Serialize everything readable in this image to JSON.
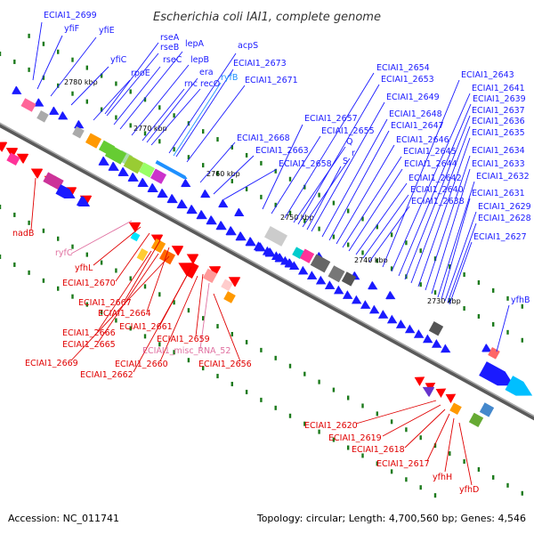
{
  "title": "Escherichia coli IAI1, complete genome",
  "footer": {
    "accession": "Accession: NC_011741",
    "summary": "Topology: circular; Length: 4,700,560 bp; Genes: 4,546"
  },
  "colors": {
    "forward": "#1a1aff",
    "reverse": "#ff0000",
    "rna_forward": "#1e90ff",
    "rna_reverse": "#e070a0",
    "backbone": "#808080",
    "ticks": "#1b7a1b"
  },
  "kbp_labels": [
    "2780 kbp",
    "2770 kbp",
    "2760 kbp",
    "2750 kbp",
    "2740 kbp",
    "2730 kbp"
  ],
  "top_labels": [
    "ECIAI1_2699",
    "yfiF",
    "yfiE",
    "yfiC",
    "rpoE",
    "rseC",
    "rseB",
    "rseA",
    "lepA",
    "lepB",
    "rnc",
    "recO",
    "era",
    "ryfB",
    "acpS",
    "ECIAI1_2673",
    "ECIAI1_2671",
    "ECIAI1_2668",
    "ECIAI1_2663",
    "ECIAI1_2658",
    "ECIAI1_2657",
    "ECIAI1_2655",
    "Q",
    "r",
    "S",
    "ECIAI1_2654",
    "ECIAI1_2653",
    "ECIAI1_2649",
    "ECIAI1_2648",
    "ECIAI1_2647",
    "ECIAI1_2646",
    "ECIAI1_2645",
    "ECIAI1_2644",
    "ECIAI1_2642",
    "ECIAI1_2640",
    "ECIAI1_2638",
    "ECIAI1_2643",
    "ECIAI1_2641",
    "ECIAI1_2639",
    "ECIAI1_2637",
    "ECIAI1_2636",
    "ECIAI1_2635",
    "ECIAI1_2634",
    "ECIAI1_2633",
    "ECIAI1_2632",
    "ECIAI1_2631",
    "ECIAI1_2629",
    "ECIAI1_2628",
    "ECIAI1_2627",
    "yfhB"
  ],
  "bottom_labels": [
    "nadB",
    "ryfC",
    "yfhL",
    "ECIAI1_2670",
    "ECIAI1_2667",
    "ECIAI1_2664",
    "ECIAI1_2666",
    "ECIAI1_2665",
    "ECIAI1_2669",
    "ECIAI1_2661",
    "ECIAI1_2659",
    "ECIAI1_misc_RNA_52",
    "ECIAI1_2660",
    "ECIAI1_2662",
    "ECIAI1_2656",
    "ECIAI1_2620",
    "ECIAI1_2619",
    "ECIAI1_2618",
    "ECIAI1_2617",
    "yfhH",
    "yfhD"
  ]
}
